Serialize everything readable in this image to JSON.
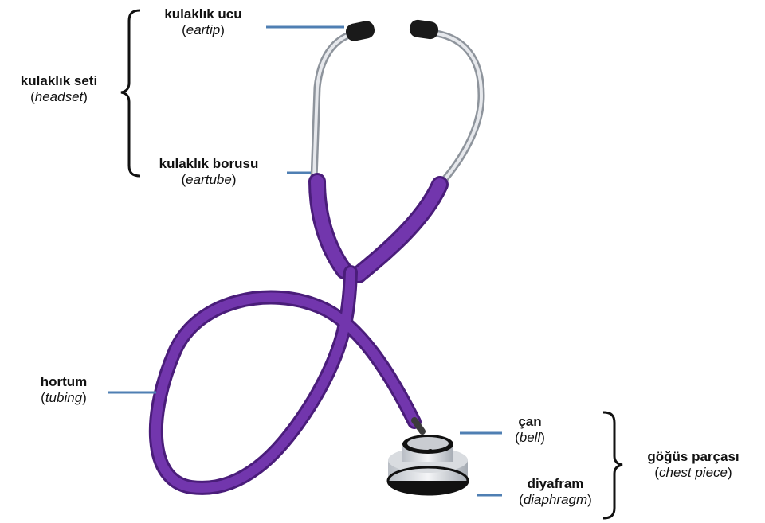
{
  "labels": {
    "eartip": {
      "tr": "kulaklık ucu",
      "en": "eartip"
    },
    "headset": {
      "tr": "kulaklık seti",
      "en": "headset"
    },
    "eartube": {
      "tr": "kulaklık borusu",
      "en": "eartube"
    },
    "tubing": {
      "tr": "hortum",
      "en": "tubing"
    },
    "bell": {
      "tr": "çan",
      "en": "bell"
    },
    "diaphragm": {
      "tr": "diyafram",
      "en": "diaphragm"
    },
    "chest": {
      "tr": "göğüs parçası",
      "en": "chest piece"
    }
  },
  "colors": {
    "tubing": "#6a2fa3",
    "tubing_dark": "#4a1d7a",
    "metal": "#c8ccd2",
    "metal_dark": "#8e949c",
    "leader": "#4f7fb3",
    "bracket": "#111111",
    "eartip": "#1a1a1a"
  }
}
